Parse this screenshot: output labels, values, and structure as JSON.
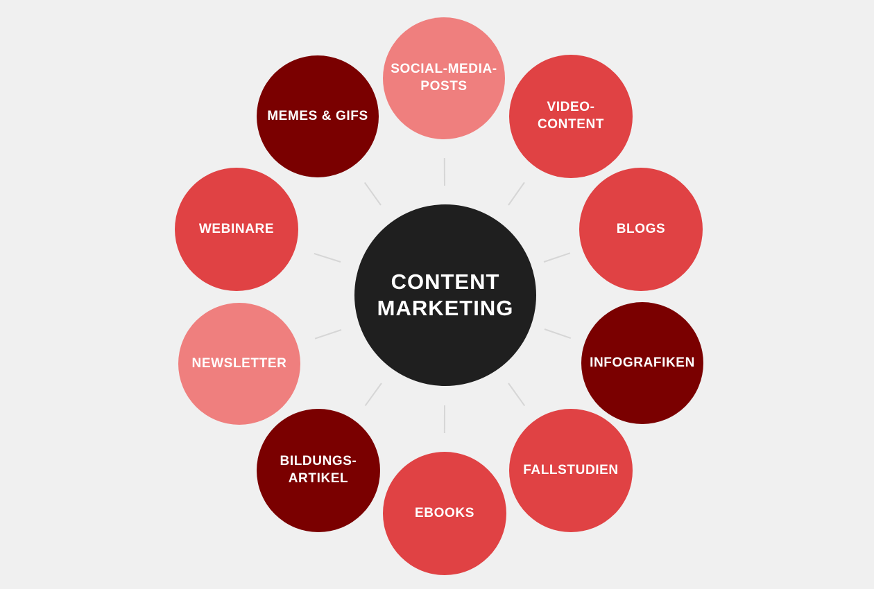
{
  "center": {
    "label": "CONTENT\nMARKETING",
    "color": "#1f1f1f"
  },
  "topics": [
    {
      "label": "SOCIAL-MEDIA-\nPOSTS",
      "color": "#ef7f7e"
    },
    {
      "label": "VIDEO-\nCONTENT",
      "color": "#e04244"
    },
    {
      "label": "BLOGS",
      "color": "#e04244"
    },
    {
      "label": "INFOGRAFIKEN",
      "color": "#7a0000"
    },
    {
      "label": "FALLSTUDIEN",
      "color": "#e04244"
    },
    {
      "label": "EBOOKS",
      "color": "#e04244"
    },
    {
      "label": "BILDUNGS-\nARTIKEL",
      "color": "#7a0000"
    },
    {
      "label": "NEWSLETTER",
      "color": "#ef7f7e"
    },
    {
      "label": "WEBINARE",
      "color": "#e04244"
    },
    {
      "label": "MEMES & GIFS",
      "color": "#7a0000"
    }
  ],
  "connector_color": "#d6d6d6"
}
